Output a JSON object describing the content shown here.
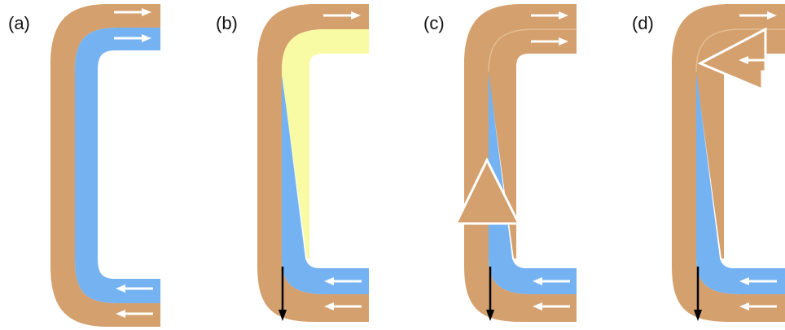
{
  "panels": [
    {
      "label": "(a)"
    },
    {
      "label": "(b)"
    },
    {
      "label": "(c)"
    },
    {
      "label": "(d)"
    }
  ],
  "colors": {
    "outer_layer": "#D4A06E",
    "inner_layer": "#74B2F2",
    "highlight_region": "#F9FAA4",
    "arrow_white": "#FFFFFF",
    "arrow_black": "#000000",
    "background": "#FFFFFF"
  },
  "icons": {
    "flow_arrow": "white-right-arrow",
    "return_arrow": "white-left-arrow",
    "downward_arrow": "black-down-arrow",
    "triangle_marker": "up-triangle",
    "wedge_marker": "left-pointing-wedge"
  }
}
